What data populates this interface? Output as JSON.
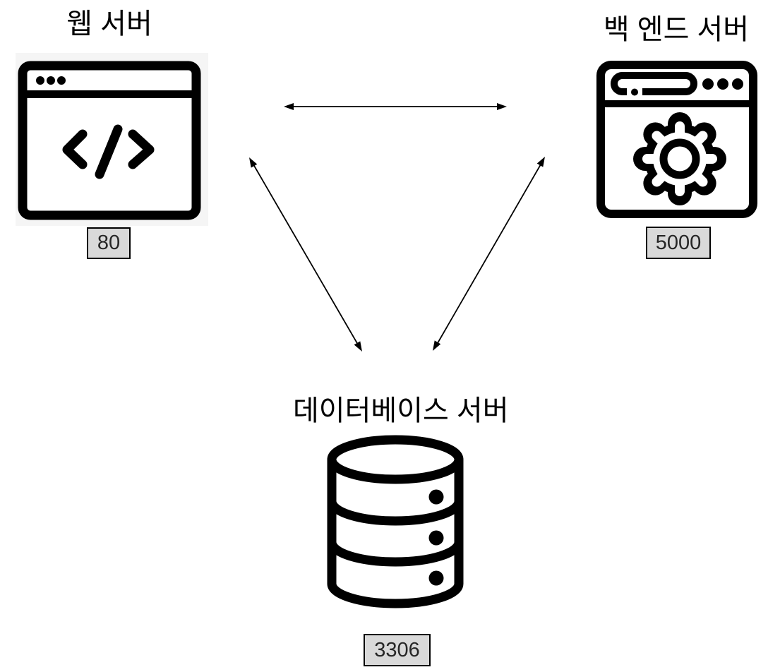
{
  "nodes": [
    {
      "id": "web-server",
      "label": "웹 서버",
      "port": "80",
      "icon": "browser-code-icon"
    },
    {
      "id": "backend-server",
      "label": "백 엔드 서버",
      "port": "5000",
      "icon": "browser-gear-icon"
    },
    {
      "id": "database-server",
      "label": "데이터베이스 서버",
      "port": "3306",
      "icon": "database-icon"
    }
  ],
  "edges": [
    {
      "from": "web-server",
      "to": "backend-server",
      "type": "bidirectional-arrow"
    },
    {
      "from": "web-server",
      "to": "database-server",
      "type": "bidirectional-arrow"
    },
    {
      "from": "backend-server",
      "to": "database-server",
      "type": "bidirectional-arrow"
    }
  ],
  "colors": {
    "canvas_background": "#ffffff",
    "icon_ink": "#000000",
    "arrow": "#000000",
    "port_box_fill": "#d9d9d9",
    "port_box_border": "#000000",
    "web_icon_background": "#f5f5f5",
    "label_text": "#000000",
    "port_text": "#262626"
  }
}
